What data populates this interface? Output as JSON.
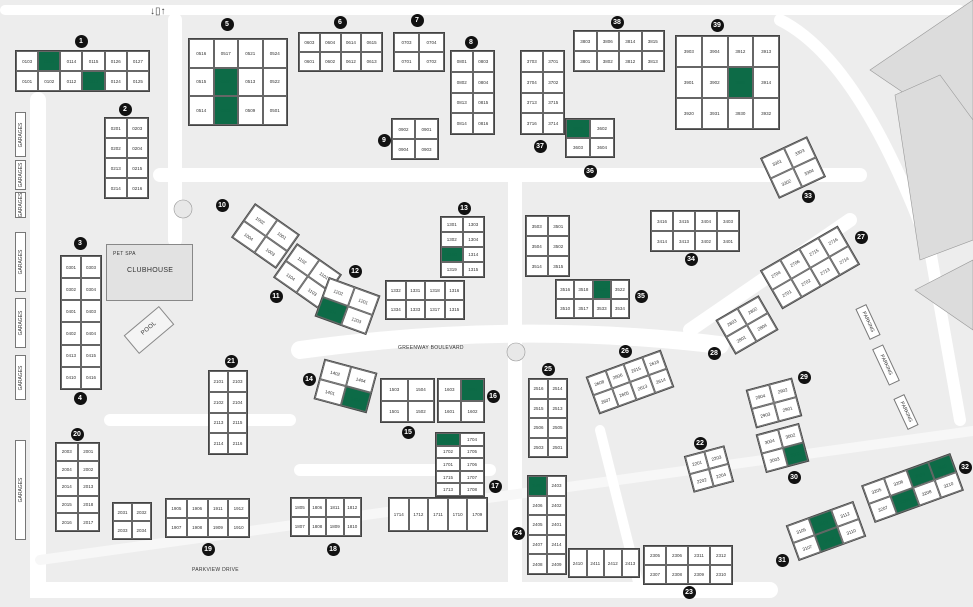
{
  "map": {
    "arrows": "↓▯↑",
    "available_color": "#0d6b47",
    "labels": {
      "clubhouse": "CLUBHOUSE",
      "pet_spa": "PET SPA",
      "pool": "POOL",
      "road_main": "GREENWAY BOULEVARD",
      "road_south": "PARKVIEW DRIVE",
      "garages": "GARAGES",
      "parking": "PARKING"
    },
    "buildings": [
      {
        "id": "1",
        "blocks": [
          {
            "units": [
              "0103",
              "0104",
              "0114",
              "0115",
              "0126",
              "0127",
              "0101",
              "0102",
              "0112",
              "0113",
              "0124",
              "0125"
            ],
            "available": [
              "0104",
              "0113"
            ]
          }
        ]
      },
      {
        "id": "2",
        "blocks": [
          {
            "units": [
              "0201",
              "0203",
              "0202",
              "0204",
              "0213",
              "0215",
              "0214",
              "0216"
            ],
            "available": []
          }
        ]
      },
      {
        "id": "3",
        "blocks": [
          {
            "units": [
              "0301",
              "0303",
              "0302",
              "0304",
              "0401",
              "0403",
              "0402",
              "0404",
              "0413",
              "0415",
              "0410",
              "0416"
            ],
            "available": []
          }
        ]
      },
      {
        "id": "4",
        "blocks": []
      },
      {
        "id": "5",
        "blocks": [
          {
            "units": [
              "0516",
              "0517",
              "0521",
              "0524",
              "0515",
              "0518",
              "0513",
              "0522",
              "0514",
              "0506",
              "0509",
              "0501"
            ],
            "available": [
              "0518",
              "0506"
            ]
          }
        ]
      },
      {
        "id": "6",
        "blocks": [
          {
            "units": [
              "0603",
              "0604",
              "0614",
              "0615",
              "0601",
              "0602",
              "0612",
              "0613"
            ],
            "available": []
          }
        ]
      },
      {
        "id": "7",
        "blocks": [
          {
            "units": [
              "0703",
              "0704",
              "0701",
              "0702"
            ],
            "available": []
          }
        ]
      },
      {
        "id": "8",
        "blocks": [
          {
            "units": [
              "0801",
              "0803",
              "0802",
              "0804",
              "0813",
              "0815",
              "0814",
              "0816"
            ],
            "available": []
          }
        ]
      },
      {
        "id": "9",
        "blocks": [
          {
            "units": [
              "0902",
              "0901",
              "0904",
              "0903"
            ],
            "available": []
          }
        ]
      },
      {
        "id": "10",
        "blocks": [
          {
            "units": [
              "1002",
              "1001",
              "1004",
              "1003"
            ],
            "available": []
          }
        ]
      },
      {
        "id": "11",
        "blocks": [
          {
            "units": [
              "1102",
              "1101",
              "1104",
              "1103"
            ],
            "available": []
          }
        ]
      },
      {
        "id": "12",
        "blocks": [
          {
            "units": [
              "1202",
              "1201",
              "1204",
              "1203"
            ],
            "available": [
              "1204"
            ]
          }
        ]
      },
      {
        "id": "13",
        "blocks": [
          {
            "units": [
              "1301",
              "1303",
              "1302",
              "1304",
              "1310",
              "1314",
              "1319",
              "1315"
            ],
            "available": [
              "1310"
            ]
          },
          {
            "units": [
              "1332",
              "1331",
              "1318",
              "1316",
              "1334",
              "1333",
              "1317",
              "1315"
            ],
            "available": []
          }
        ]
      },
      {
        "id": "14",
        "blocks": [
          {
            "units": [
              "1402",
              "1404",
              "1401",
              "1403"
            ],
            "available": [
              "1403"
            ]
          }
        ]
      },
      {
        "id": "15",
        "blocks": [
          {
            "units": [
              "1503",
              "1504",
              "1501",
              "1502"
            ],
            "available": []
          }
        ]
      },
      {
        "id": "16",
        "blocks": [
          {
            "units": [
              "1603",
              "1604",
              "1601",
              "1602"
            ],
            "available": [
              "1604"
            ]
          }
        ]
      },
      {
        "id": "17",
        "blocks": [
          {
            "units": [
              "1703",
              "1704",
              "1702",
              "1705",
              "1701",
              "1706",
              "1715",
              "1707",
              "1713",
              "1708"
            ],
            "available": [
              "1703"
            ]
          },
          {
            "units": [
              "1714",
              "1712",
              "1711",
              "1710",
              "1709"
            ],
            "available": []
          }
        ]
      },
      {
        "id": "18",
        "blocks": [
          {
            "units": [
              "1805",
              "1806",
              "1811",
              "1812",
              "1807",
              "1808",
              "1809",
              "1810"
            ],
            "available": []
          }
        ]
      },
      {
        "id": "19",
        "blocks": [
          {
            "units": [
              "1905",
              "1906",
              "1911",
              "1912",
              "1907",
              "1908",
              "1909",
              "1910"
            ],
            "available": []
          }
        ]
      },
      {
        "id": "20",
        "blocks": [
          {
            "units": [
              "2003",
              "2001",
              "2004",
              "2002",
              "2014",
              "2013",
              "2015",
              "2018",
              "2016",
              "2017"
            ],
            "available": []
          },
          {
            "units": [
              "2031",
              "2032",
              "2033",
              "2034"
            ],
            "available": []
          }
        ]
      },
      {
        "id": "21",
        "blocks": [
          {
            "units": [
              "2101",
              "2103",
              "2102",
              "2104",
              "2113",
              "2115",
              "2114",
              "2116"
            ],
            "available": []
          }
        ]
      },
      {
        "id": "22",
        "blocks": [
          {
            "units": [
              "2201",
              "2203",
              "2202",
              "2204"
            ],
            "available": []
          }
        ]
      },
      {
        "id": "23",
        "blocks": [
          {
            "units": [
              "2305",
              "2306",
              "2311",
              "2312",
              "2307",
              "2308",
              "2309",
              "2310"
            ],
            "available": []
          }
        ]
      },
      {
        "id": "24",
        "blocks": [
          {
            "units": [
              "2404",
              "2403",
              "2406",
              "2402",
              "2405",
              "2401",
              "2407",
              "2414",
              "2408",
              "2409"
            ],
            "available": [
              "2404"
            ]
          },
          {
            "units": [
              "2410",
              "2411",
              "2412",
              "2413"
            ],
            "available": []
          }
        ]
      },
      {
        "id": "25",
        "blocks": [
          {
            "units": [
              "2516",
              "2514",
              "2515",
              "2513",
              "2506",
              "2505",
              "2503",
              "2501"
            ],
            "available": []
          }
        ]
      },
      {
        "id": "26",
        "blocks": [
          {
            "units": [
              "2608",
              "2606",
              "2615",
              "2616",
              "2607",
              "2605",
              "2613",
              "2614"
            ],
            "available": []
          }
        ]
      },
      {
        "id": "27",
        "blocks": [
          {
            "units": [
              "2704",
              "2706",
              "2715",
              "2716",
              "2701",
              "2702",
              "2713",
              "2714"
            ],
            "available": []
          }
        ]
      },
      {
        "id": "28",
        "blocks": [
          {
            "units": [
              "2803",
              "2802",
              "2801",
              "2804"
            ],
            "available": []
          }
        ]
      },
      {
        "id": "29",
        "blocks": [
          {
            "units": [
              "2904",
              "2902",
              "2903",
              "2901"
            ],
            "available": []
          }
        ]
      },
      {
        "id": "30",
        "blocks": [
          {
            "units": [
              "3004",
              "3002",
              "3003",
              "3001"
            ],
            "available": [
              "3001"
            ]
          }
        ]
      },
      {
        "id": "31",
        "blocks": [
          {
            "units": [
              "3105",
              "3103",
              "3112",
              "3107",
              "3104",
              "3110"
            ],
            "available": [
              "3103",
              "3104"
            ]
          }
        ]
      },
      {
        "id": "32",
        "blocks": [
          {
            "units": [
              "3205",
              "3206",
              "3203",
              "3202",
              "3207",
              "3204",
              "3208",
              "3210"
            ],
            "available": [
              "3203",
              "3202",
              "3204"
            ]
          }
        ]
      },
      {
        "id": "33",
        "blocks": [
          {
            "units": [
              "3301",
              "3303",
              "3302",
              "3304"
            ],
            "available": []
          }
        ]
      },
      {
        "id": "34",
        "blocks": [
          {
            "units": [
              "3416",
              "3415",
              "3404",
              "3403",
              "3414",
              "3413",
              "3402",
              "3401"
            ],
            "available": []
          }
        ]
      },
      {
        "id": "35",
        "blocks": [
          {
            "units": [
              "3503",
              "3501",
              "3504",
              "3502",
              "3514",
              "3515"
            ],
            "available": []
          },
          {
            "units": [
              "3516",
              "3518",
              "3520",
              "3522",
              "3510",
              "3517",
              "3533",
              "3534"
            ],
            "available": [
              "3520"
            ]
          }
        ]
      },
      {
        "id": "36",
        "blocks": [
          {
            "units": [
              "3601",
              "3602",
              "3603",
              "3604"
            ],
            "available": [
              "3601"
            ]
          }
        ]
      },
      {
        "id": "37",
        "blocks": [
          {
            "units": [
              "3703",
              "3701",
              "3704",
              "3702",
              "3713",
              "3715",
              "3716",
              "3714"
            ],
            "available": []
          }
        ]
      },
      {
        "id": "38",
        "blocks": [
          {
            "units": [
              "3803",
              "3806",
              "3814",
              "3815",
              "3801",
              "3802",
              "3812",
              "3813"
            ],
            "available": []
          }
        ]
      },
      {
        "id": "39",
        "blocks": [
          {
            "units": [
              "3903",
              "3904",
              "3912",
              "3913",
              "3901",
              "3902",
              "3911",
              "3914",
              "3920",
              "3931",
              "3930",
              "3932"
            ],
            "available": [
              "3911"
            ]
          }
        ]
      }
    ]
  }
}
